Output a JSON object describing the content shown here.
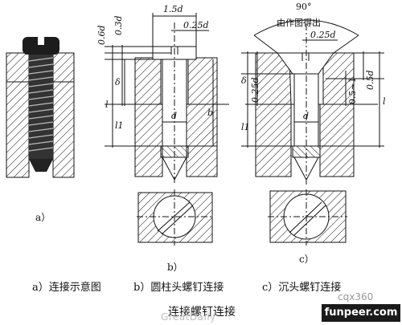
{
  "figure": {
    "title": "连接螺钉连接",
    "captions": {
      "a": "a）连接示意图",
      "b": "b）圆柱头螺钉连接",
      "c": "c）沉头螺钉连接"
    },
    "sub_labels": {
      "a": "a）",
      "b": "b）",
      "c": "c）"
    }
  },
  "dimensions": {
    "b": {
      "head_width": "1.5d",
      "slot_width": "0.25d",
      "head_height": "0.6d",
      "slot_depth": "0.3d",
      "delta": "δ",
      "l": "l",
      "l1": "l1",
      "b_len": "b",
      "d": "d"
    },
    "c": {
      "angle": "90°",
      "note": "由作图得出",
      "slot_width": "0.25d",
      "delta": "δ",
      "slot_depth": "0.25d",
      "l": "l",
      "l1": "l1",
      "clearance_a": "0.5~1",
      "clearance_b": "0.5d",
      "d": "d"
    }
  },
  "watermarks": {
    "greatdaily": "GreatDaily",
    "cqx": "cqx360",
    "funpeer": "funpeer.com"
  }
}
